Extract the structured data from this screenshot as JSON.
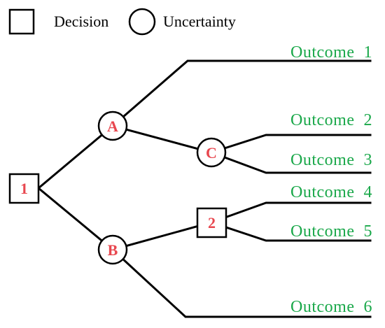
{
  "legend": {
    "decision_label": "Decision",
    "uncertainty_label": "Uncertainty",
    "decision_icon": "square",
    "uncertainty_icon": "circle"
  },
  "nodes": {
    "n1": "1",
    "nA": "A",
    "nB": "B",
    "nC": "C",
    "n2": "2"
  },
  "outcomes": [
    "Outcome  1",
    "Outcome  2",
    "Outcome  3",
    "Outcome  4",
    "Outcome  5",
    "Outcome  6"
  ],
  "colors": {
    "outcome_text": "#1aa84a",
    "node_label": "#e8474f",
    "line": "#000000"
  }
}
